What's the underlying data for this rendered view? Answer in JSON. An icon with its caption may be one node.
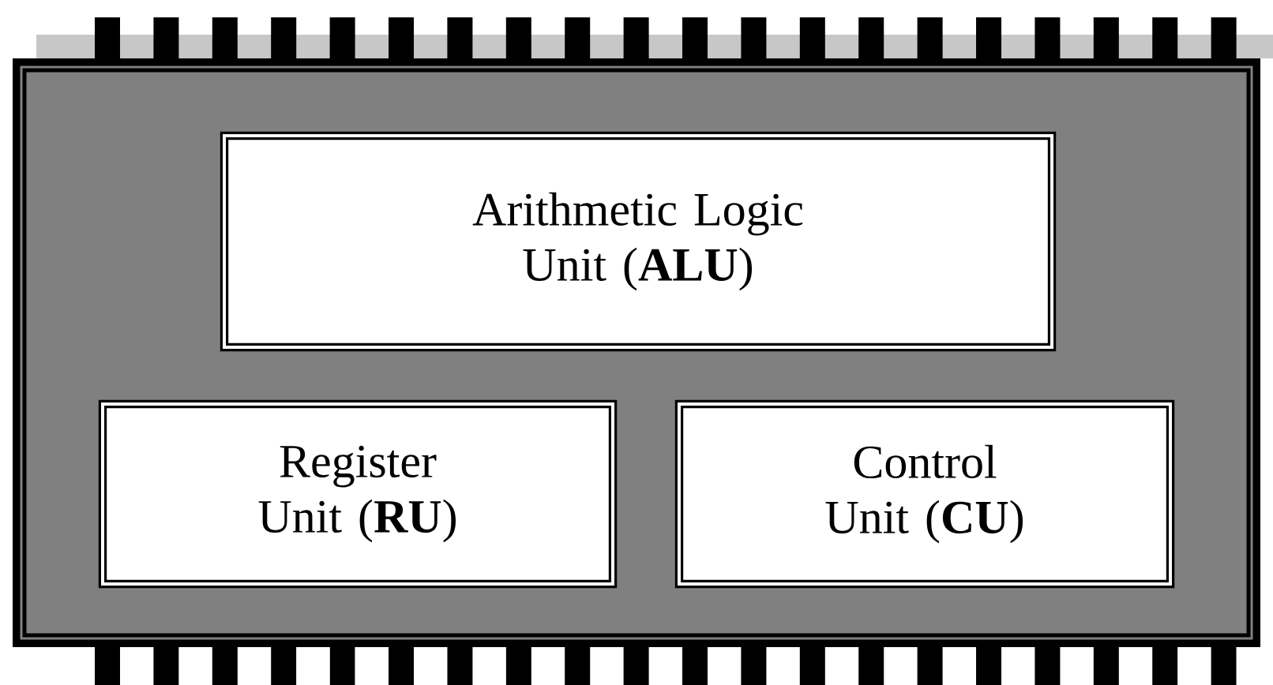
{
  "diagram": {
    "nodes": [
      {
        "text": [],
        "shape": "box"
      },
      {
        "text": [
          "Arithmetic Logic Unit (**ALU**)"
        ],
        "in": 0
      },
      {
        "text": [
          "Register Unit (**RU**)"
        ],
        "in": 0
      },
      {
        "text": [
          "Control Unit (**CU**)"
        ],
        "in": 0
      }
    ]
  }
}
